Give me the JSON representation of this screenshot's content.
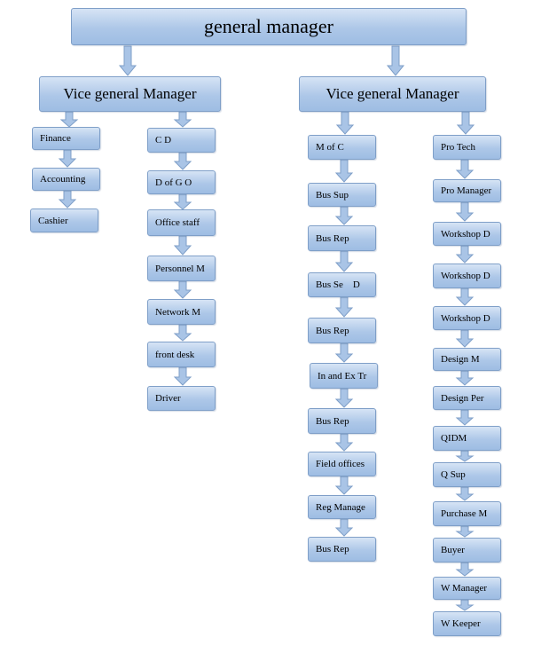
{
  "top": {
    "label": "general manager"
  },
  "vgm_left": {
    "label": "Vice general Manager"
  },
  "vgm_right": {
    "label": "Vice general Manager"
  },
  "col1": [
    "Finance",
    "Accounting",
    "Cashier"
  ],
  "col2": [
    "C D",
    "D of G O",
    "Office staff",
    "Personnel M",
    "Network M",
    "front desk",
    "Driver"
  ],
  "col3": [
    "M of C",
    "Bus Sup",
    "Bus Rep",
    "Bus Se    D",
    "Bus Rep",
    "In and Ex Tr",
    "Bus Rep",
    "Field offices",
    "Reg Manage",
    "Bus Rep"
  ],
  "col4": [
    "Pro Tech",
    "Pro Manager",
    "Workshop D",
    "Workshop D",
    "Workshop D",
    "Design M",
    "Design Per",
    "QIDM",
    "Q Sup",
    "Purchase M",
    "Buyer",
    "W Manager",
    "W Keeper"
  ],
  "colors": {
    "box_top": "#d6e4f5",
    "box_bottom": "#9ebde3",
    "border": "#7f9fc8",
    "arrow_fill": "#a9c4e6",
    "arrow_stroke": "#7f9fc8"
  }
}
